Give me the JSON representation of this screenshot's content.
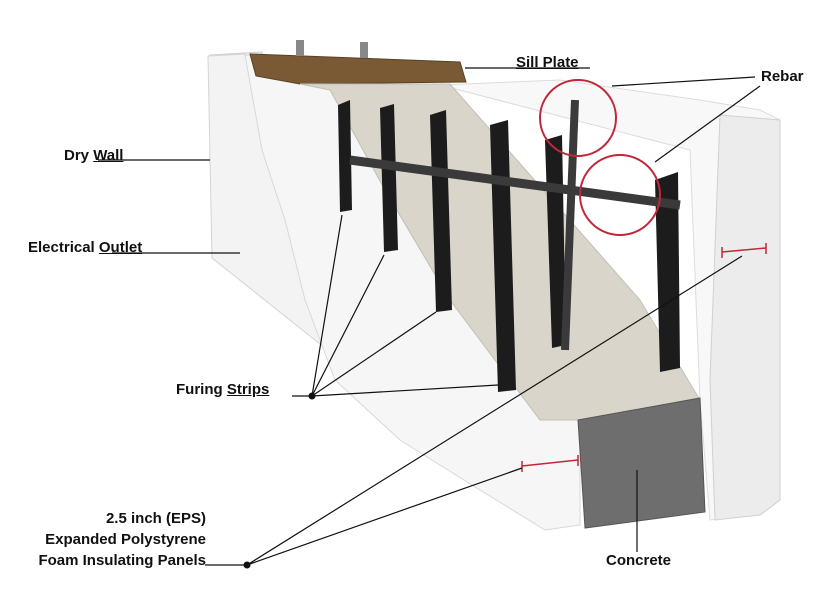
{
  "labels": {
    "sill_plate": {
      "text": "Sill Plate"
    },
    "rebar": {
      "text": "Rebar"
    },
    "dry_wall": {
      "pre": "Dry ",
      "underlined": "Wall"
    },
    "electrical_outlet": {
      "pre": "Electrical ",
      "underlined": "Outlet"
    },
    "furing_strips": {
      "pre": "Furing ",
      "underlined": "Strips"
    },
    "eps_panels": {
      "line1": "2.5 inch (EPS)",
      "line2": "Expanded Polystyrene",
      "line3_pre": "Foam Insulating ",
      "line3_underlined": "Panels"
    },
    "concrete": {
      "text": "Concrete"
    }
  },
  "colors": {
    "foam": "#f4f4f4",
    "concrete": "#6e6e6e",
    "wood": "#7a5a35",
    "strip": "#1c1c1c",
    "callout_circle": "#c0273a",
    "leader": "#111111"
  }
}
